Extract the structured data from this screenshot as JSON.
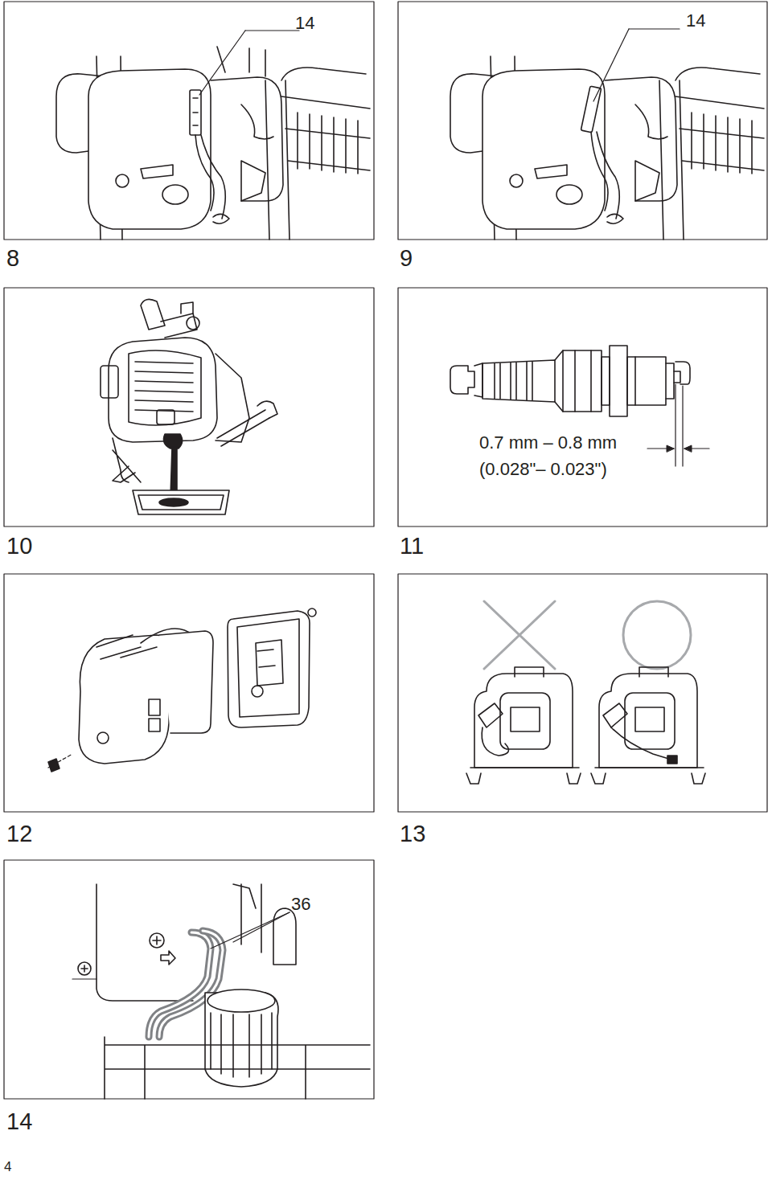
{
  "diagram": {
    "labels": [
      "14",
      "14",
      "8",
      "9",
      "0.7 mm – 0.8 mm",
      "(0.028\"– 0.023\")",
      "10",
      "11",
      "12",
      "13",
      "36",
      "14",
      "4"
    ]
  }
}
